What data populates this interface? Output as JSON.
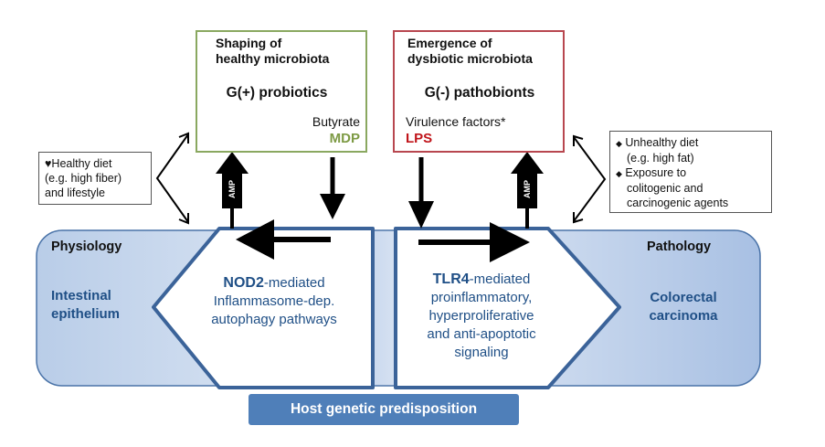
{
  "left_panel": {
    "title_line1": "Shaping of",
    "title_line2": "healthy microbiota",
    "oval": "G(+) probiotics",
    "product1": "Butyrate",
    "product2": "MDP"
  },
  "right_panel": {
    "title_line1": "Emergence of",
    "title_line2": "dysbiotic microbiota",
    "oval": "G(-) pathobionts",
    "product1": "Virulence factors*",
    "product2": "LPS"
  },
  "left_note": {
    "bullet": "♥",
    "line1": "Healthy diet",
    "line2": "(e.g. high fiber)",
    "line3": "and lifestyle"
  },
  "right_note": {
    "bullet": "◆",
    "item1_line1": "Unhealthy diet",
    "item1_line2": "(e.g. high fat)",
    "item2_line1": "Exposure to",
    "item2_line2": "colitogenic and",
    "item2_line3": "carcinogenic agents"
  },
  "amp_label": "AMP",
  "physiology": {
    "label": "Physiology",
    "tissue_line1": "Intestinal",
    "tissue_line2": "epithelium"
  },
  "pathology": {
    "label": "Pathology",
    "tissue_line1": "Colorectal",
    "tissue_line2": "carcinoma"
  },
  "nod2": {
    "gene": "NOD2",
    "rest_line1": "-mediated",
    "line2": "Inflammasome-dep.",
    "line3": "autophagy pathways"
  },
  "tlr4": {
    "gene": "TLR4",
    "rest_line1": "-mediated",
    "line2": "proinflammatory,",
    "line3": "hyperproliferative",
    "line4": "and anti-apoptotic",
    "line5": "signaling"
  },
  "predisposition": "Host genetic predisposition",
  "colors": {
    "green_oval": "#8ba95a",
    "red_oval": "#de6a4e",
    "green_text": "#7d9a44",
    "red_text": "#c0141a",
    "band_blue": "#c9d8ee",
    "band_border": "#3a6298",
    "text_blue": "#1f4f86",
    "predisposition_bg": "#4f7fb9"
  }
}
